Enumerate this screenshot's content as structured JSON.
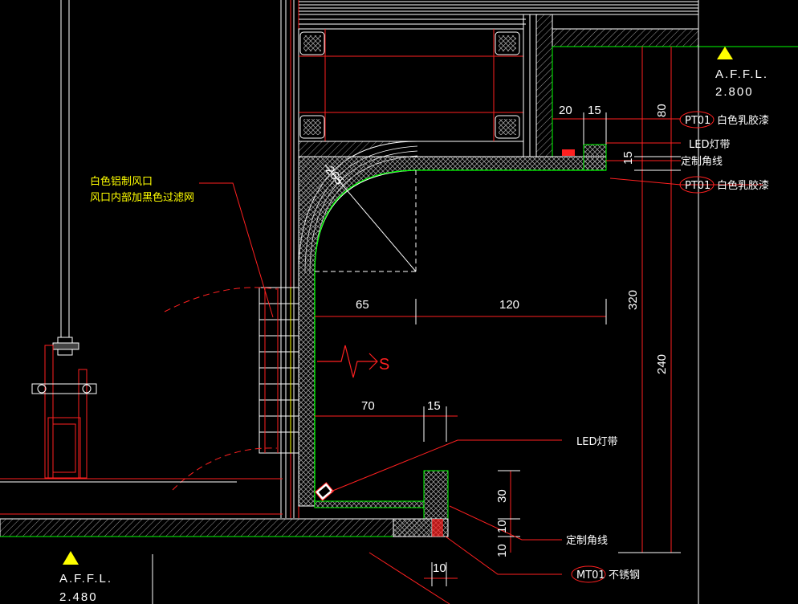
{
  "colors": {
    "background": "#000000",
    "red": "#ff2020",
    "green": "#00ff00",
    "white": "#ffffff",
    "yellow": "#ffff00",
    "grey": "#b0b0b0"
  },
  "level_top": {
    "label": "A.F.F.L.",
    "value": "2.800"
  },
  "level_bottom": {
    "label": "A.F.F.L.",
    "value": "2.480"
  },
  "vent_note": {
    "line1": "白色铝制风口",
    "line2": "风口内部加黑色过滤网"
  },
  "dims": {
    "d20": "20",
    "d15a": "15",
    "d80": "80",
    "d15b": "15",
    "d65": "65",
    "d120": "120",
    "d320": "320",
    "d240": "240",
    "d70": "70",
    "d15c": "15",
    "d30": "30",
    "d10a": "10",
    "d10b": "10",
    "d10c": "10",
    "radius": "265"
  },
  "tags": {
    "pt01_a": "PT01",
    "pt01_b": "PT01",
    "mt01": "MT01"
  },
  "notes": {
    "white_paint_a": "白色乳胶漆",
    "white_paint_b": "白色乳胶漆",
    "led_top": "LED灯带",
    "trim_top": "定制角线",
    "led_bottom": "LED灯带",
    "trim_bottom": "定制角线",
    "stainless": "不锈钢"
  },
  "section_mark": "S"
}
